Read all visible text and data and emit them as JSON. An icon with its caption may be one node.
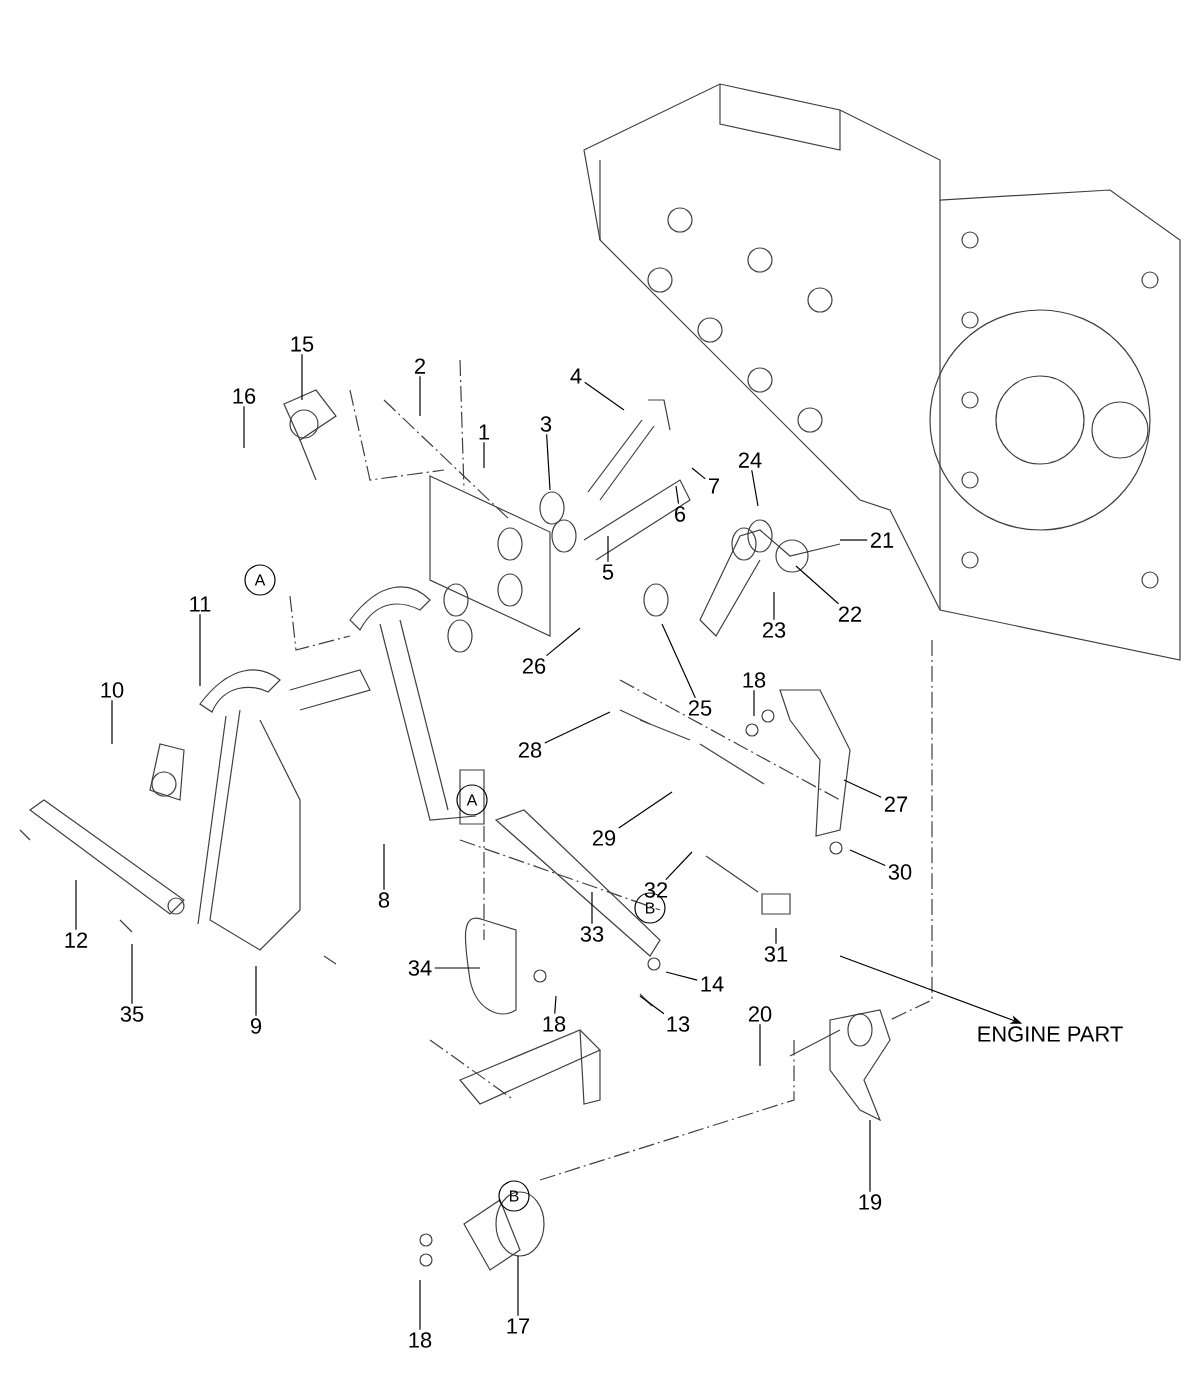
{
  "diagram": {
    "nodes": [
      {
        "text": [
          "15"
        ]
      },
      {
        "text": [
          "2"
        ]
      },
      {
        "text": [
          "16"
        ]
      },
      {
        "text": [
          "4"
        ]
      },
      {
        "text": [
          "3"
        ]
      },
      {
        "text": [
          "1"
        ]
      },
      {
        "text": [
          "24"
        ]
      },
      {
        "text": [
          "7"
        ]
      },
      {
        "text": [
          "6"
        ]
      },
      {
        "text": [
          "21"
        ]
      },
      {
        "text": [
          "5"
        ]
      },
      {
        "text": [
          "A"
        ]
      },
      {
        "text": [
          "11"
        ]
      },
      {
        "text": [
          "22"
        ]
      },
      {
        "text": [
          "23"
        ]
      },
      {
        "text": [
          "26"
        ]
      },
      {
        "text": [
          "18"
        ]
      },
      {
        "text": [
          "10"
        ]
      },
      {
        "text": [
          "25"
        ]
      },
      {
        "text": [
          "28"
        ]
      },
      {
        "text": [
          "A"
        ]
      },
      {
        "text": [
          "27"
        ]
      },
      {
        "text": [
          "29"
        ]
      },
      {
        "text": [
          "30"
        ]
      },
      {
        "text": [
          "32"
        ]
      },
      {
        "text": [
          "8"
        ]
      },
      {
        "text": [
          "B"
        ]
      },
      {
        "text": [
          "12"
        ]
      },
      {
        "text": [
          "33"
        ]
      },
      {
        "text": [
          "31"
        ]
      },
      {
        "text": [
          "34"
        ]
      },
      {
        "text": [
          "14"
        ]
      },
      {
        "text": [
          "35"
        ]
      },
      {
        "text": [
          "20"
        ]
      },
      {
        "text": [
          "9"
        ]
      },
      {
        "text": [
          "18"
        ]
      },
      {
        "text": [
          "13"
        ]
      },
      {
        "text": [
          "ENGINE PART"
        ]
      },
      {
        "text": [
          "B"
        ]
      },
      {
        "text": [
          "19"
        ]
      },
      {
        "text": [
          "17"
        ]
      },
      {
        "text": [
          "18"
        ]
      }
    ],
    "edges": [
      {
        "from": 0,
        "to": null,
        "arrow": "none"
      },
      {
        "from": 1,
        "to": null,
        "arrow": "none"
      },
      {
        "from": 2,
        "to": null,
        "arrow": "none"
      },
      {
        "from": 3,
        "to": null,
        "arrow": "none"
      },
      {
        "from": 4,
        "to": null,
        "arrow": "none"
      },
      {
        "from": 5,
        "to": null,
        "arrow": "none"
      },
      {
        "from": 6,
        "to": null,
        "arrow": "none"
      },
      {
        "from": 7,
        "to": null,
        "arrow": "none"
      },
      {
        "from": 8,
        "to": null,
        "arrow": "none"
      },
      {
        "from": 9,
        "to": null,
        "arrow": "none"
      },
      {
        "from": 10,
        "to": null,
        "arrow": "none"
      },
      {
        "from": 12,
        "to": null,
        "arrow": "none"
      },
      {
        "from": 13,
        "to": null,
        "arrow": "none"
      },
      {
        "from": 14,
        "to": null,
        "arrow": "none"
      },
      {
        "from": 15,
        "to": null,
        "arrow": "none"
      },
      {
        "from": 16,
        "to": null,
        "arrow": "none"
      },
      {
        "from": 17,
        "to": null,
        "arrow": "none"
      },
      {
        "from": 18,
        "to": null,
        "arrow": "none"
      },
      {
        "from": 19,
        "to": null,
        "arrow": "none"
      },
      {
        "from": 21,
        "to": null,
        "arrow": "none"
      },
      {
        "from": 22,
        "to": null,
        "arrow": "none"
      },
      {
        "from": 23,
        "to": null,
        "arrow": "none"
      },
      {
        "from": 24,
        "to": null,
        "arrow": "none"
      },
      {
        "from": 25,
        "to": null,
        "arrow": "none"
      },
      {
        "from": 27,
        "to": null,
        "arrow": "none"
      },
      {
        "from": 28,
        "to": null,
        "arrow": "none"
      },
      {
        "from": 29,
        "to": null,
        "arrow": "none"
      },
      {
        "from": 30,
        "to": null,
        "arrow": "none"
      },
      {
        "from": 31,
        "to": null,
        "arrow": "none"
      },
      {
        "from": 32,
        "to": null,
        "arrow": "none"
      },
      {
        "from": 33,
        "to": null,
        "arrow": "none"
      },
      {
        "from": 34,
        "to": null,
        "arrow": "none"
      },
      {
        "from": 35,
        "to": null,
        "arrow": "none"
      },
      {
        "from": 36,
        "to": null,
        "arrow": "none"
      },
      {
        "from": 39,
        "to": null,
        "arrow": "none"
      },
      {
        "from": 40,
        "to": null,
        "arrow": "none"
      },
      {
        "from": 41,
        "to": null,
        "arrow": "none"
      },
      {
        "from": null,
        "to": 37,
        "arrow": "to"
      }
    ]
  }
}
